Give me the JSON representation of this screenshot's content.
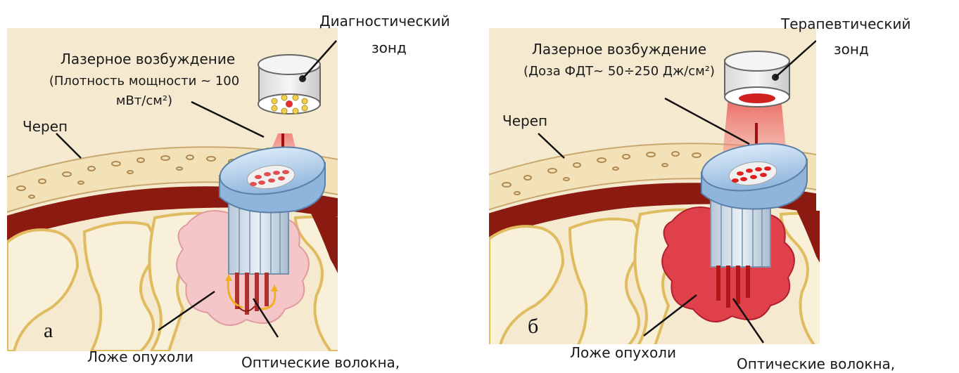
{
  "panel_a": {
    "probe_label": "Диагностический",
    "probe_label_2": "зонд",
    "excitation_title": "Лазерное возбуждение",
    "excitation_detail_1": "(Плотность мощности ~ 100",
    "excitation_detail_2": "мВт/см²)",
    "skull_label": "Череп",
    "panel_letter": "а",
    "tumor_bed_label": "Ложе опухоли",
    "fibers_label": "Оптические волокна,"
  },
  "panel_b": {
    "probe_label": "Терапевтический",
    "probe_label_2": "зонд",
    "excitation_title": "Лазерное возбуждение",
    "excitation_detail_1": "(Доза ФДТ~ 50÷250 Дж/см²)",
    "skull_label": "Череп",
    "panel_letter": "б",
    "tumor_bed_label": "Ложе опухоли",
    "fibers_label": "Оптические волокна,"
  },
  "colors": {
    "skull": "#f3e2b8",
    "brain_tissue": "#f7ecd2",
    "dura": "#8b1a10",
    "tumor_diagnostic": "#f4c6c8",
    "tumor_therapeutic": "#e0404a",
    "probe_ring": "#a8c8e6",
    "laser": "#e84a4a"
  }
}
